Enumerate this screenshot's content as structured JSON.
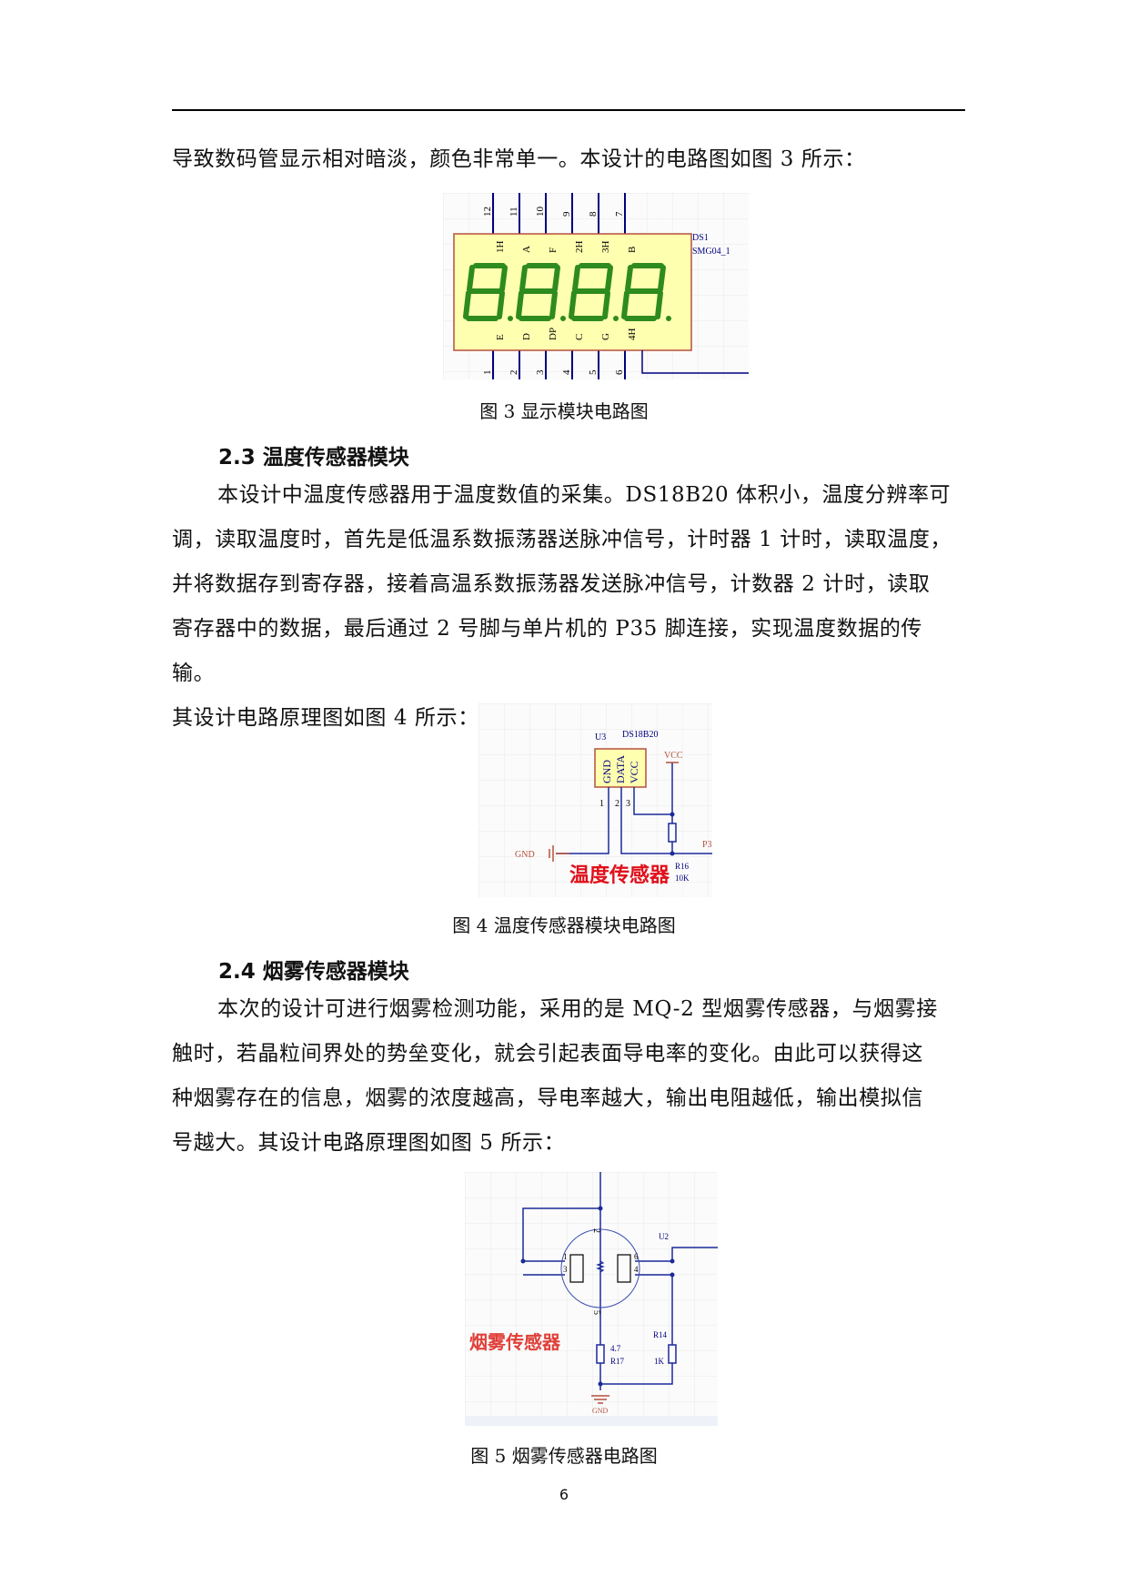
{
  "para_top": "导致数码管显示相对暗淡，颜色非常单一。本设计的电路图如图 3 所示：",
  "figure3": {
    "caption": "图 3  显示模块电路图",
    "designator": "DS1",
    "part": "SMG04_1",
    "top_pins": [
      "12",
      "11",
      "10",
      "9",
      "8",
      "7"
    ],
    "top_labels": [
      "1H",
      "A",
      "F",
      "2H",
      "3H",
      "B"
    ],
    "bottom_pins": [
      "1",
      "2",
      "3",
      "4",
      "5",
      "6"
    ],
    "bottom_labels": [
      "E",
      "D",
      "DP",
      "C",
      "G",
      "4H"
    ],
    "display_color": "#2e8b1e",
    "body_color": "#ffffb0"
  },
  "section_2_3": {
    "heading": "2.3  温度传感器模块",
    "lines": [
      "本设计中温度传感器用于温度数值的采集。DS18B20 体积小，温度分辨率可",
      "调，读取温度时，首先是低温系数振荡器送脉冲信号，计时器 1 计时，读取温度，",
      "并将数据存到寄存器，接着高温系数振荡器发送脉冲信号，计数器 2 计时，读取",
      "寄存器中的数据，最后通过 2 号脚与单片机的 P35 脚连接，实现温度数据的传输。",
      "其设计电路原理图如图 4 所示："
    ]
  },
  "figure4": {
    "caption": "图 4  温度传感器模块电路图",
    "designator": "U3",
    "part": "DS18B20",
    "pins": [
      "GND",
      "DATA",
      "VCC"
    ],
    "pin_numbers": [
      "1",
      "2",
      "3"
    ],
    "vcc": "VCC",
    "gnd": "GND",
    "net": "P3",
    "resistor": "R16",
    "resistor_value": "10K",
    "title": "温度传感器"
  },
  "section_2_4": {
    "heading": "2.4  烟雾传感器模块",
    "lines": [
      "本次的设计可进行烟雾检测功能，采用的是 MQ-2 型烟雾传感器，与烟雾接",
      "触时，若晶粒间界处的势垒变化，就会引起表面导电率的变化。由此可以获得这",
      "种烟雾存在的信息，烟雾的浓度越高，导电率越大，输出电阻越低，输出模拟信",
      "号越大。其设计电路原理图如图 5 所示："
    ]
  },
  "figure5": {
    "caption": "图 5  烟雾传感器电路图",
    "designator": "U2",
    "pins": [
      "2",
      "1",
      "3",
      "6",
      "4",
      "5"
    ],
    "r17": "R17",
    "r17_value": "4.7",
    "r14": "R14",
    "r14_value": "1K",
    "gnd": "GND",
    "title": "烟雾传感器"
  },
  "page_number": "6"
}
